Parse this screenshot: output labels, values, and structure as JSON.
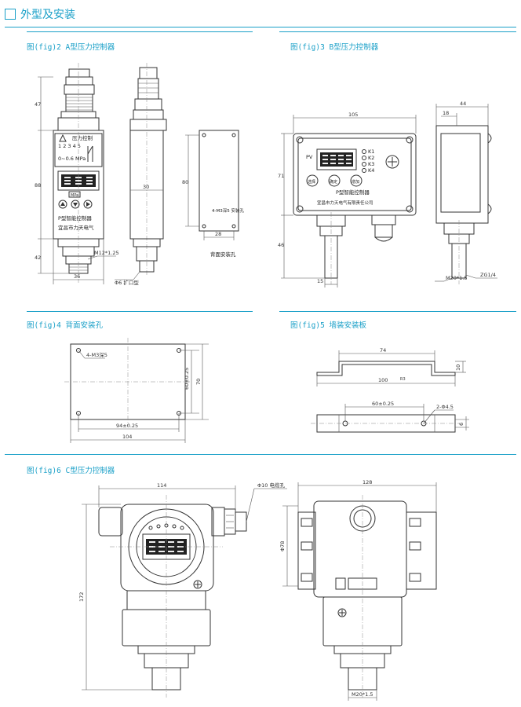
{
  "section_title": "外型及安装",
  "captions": {
    "fig2": "图(fig)2  A型压力控制器",
    "fig3": "图(fig)3  B型压力控制器",
    "fig4": "图(fig)4  背面安装孔",
    "fig5": "图(fig)5  墙装安装板",
    "fig6": "图(fig)6  C型压力控制器"
  },
  "colors": {
    "accent": "#1aa0c8",
    "line": "#333333"
  },
  "fig2": {
    "dims": {
      "d47": "47",
      "d88": "88",
      "d42": "42",
      "d36": "36",
      "d30": "30",
      "d80": "80",
      "d28": "28",
      "thread": "M12*1.25",
      "plug": "Φ6 扩口型"
    },
    "labels": {
      "top_label": "压力控制",
      "nums": "1 2 3 4 5",
      "sub1": "0~0.6 MPa",
      "sub2": "MPa",
      "title": "P型智能控制器",
      "maker": "宜昌市力天电气"
    },
    "unit": "MPa",
    "holes": "4-M3深5 安装孔",
    "back": "背面安装孔"
  },
  "fig3": {
    "dims": {
      "d105": "105",
      "d71": "71",
      "d46": "46",
      "d15": "15",
      "d44": "44",
      "d18": "18",
      "thread": "M20*1.5",
      "zg": "ZG1/4"
    },
    "labels": {
      "pv": "PV",
      "k1": "K1",
      "k2": "K2",
      "k3": "K3",
      "k4": "K4",
      "btn1": "选择",
      "btn2": "确定",
      "btn3": "增加",
      "title": "P型智能控制器",
      "maker": "宜昌市力天电气有限责任公司"
    }
  },
  "fig4": {
    "dims": {
      "holes": "4-M3深5",
      "v": "60±0.25",
      "v2": "70",
      "h": "94±0.25",
      "h2": "104"
    }
  },
  "fig5": {
    "dims": {
      "d74": "74",
      "d100": "100",
      "d10": "10",
      "r": "R3",
      "d60": "60±0.25",
      "hole": "2-Φ4.5",
      "d6": "6"
    }
  },
  "fig6": {
    "dims": {
      "d114": "114",
      "d128": "128",
      "cable": "Φ10 电缆孔",
      "d172": "172",
      "d78": "Φ78",
      "thread": "M20*1.5"
    }
  }
}
